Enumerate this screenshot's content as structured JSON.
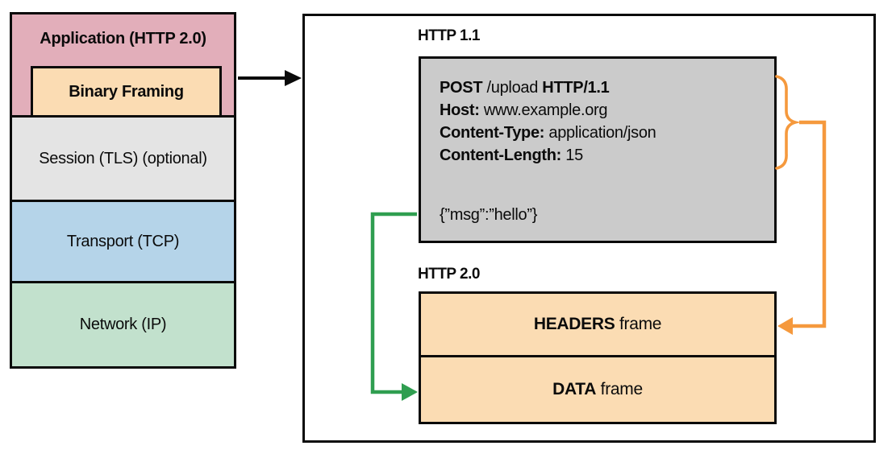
{
  "stack": {
    "application": "Application (HTTP 2.0)",
    "binary_framing": "Binary Framing",
    "session": "Session (TLS) (optional)",
    "transport": "Transport (TCP)",
    "network": "Network (IP)"
  },
  "http11": {
    "label": "HTTP 1.1",
    "request": {
      "method": "POST",
      "path": " /upload ",
      "version": "HTTP/1.1",
      "host_key": "Host:",
      "host_value": " www.example.org",
      "content_type_key": "Content-Type:",
      "content_type_value": " application/json",
      "content_length_key": "Content-Length:",
      "content_length_value": " 15",
      "body": "{”msg”:”hello”}"
    }
  },
  "http20": {
    "label": "HTTP 2.0",
    "frames": [
      {
        "bold": "HEADERS",
        "rest": " frame"
      },
      {
        "bold": "DATA",
        "rest": " frame"
      }
    ]
  },
  "colors": {
    "application_bg": "#e2aeba",
    "binary_framing_bg": "#fbdcb3",
    "session_bg": "#e4e4e4",
    "transport_bg": "#b5d4e9",
    "network_bg": "#c2e1cd",
    "request_box_bg": "#cbcbcb",
    "frame_box_bg": "#fbdcb3",
    "arrow_black": "#0a0a0a",
    "arrow_orange": "#f5993d",
    "arrow_green": "#2f9e50",
    "border": "#0a0a0a"
  }
}
